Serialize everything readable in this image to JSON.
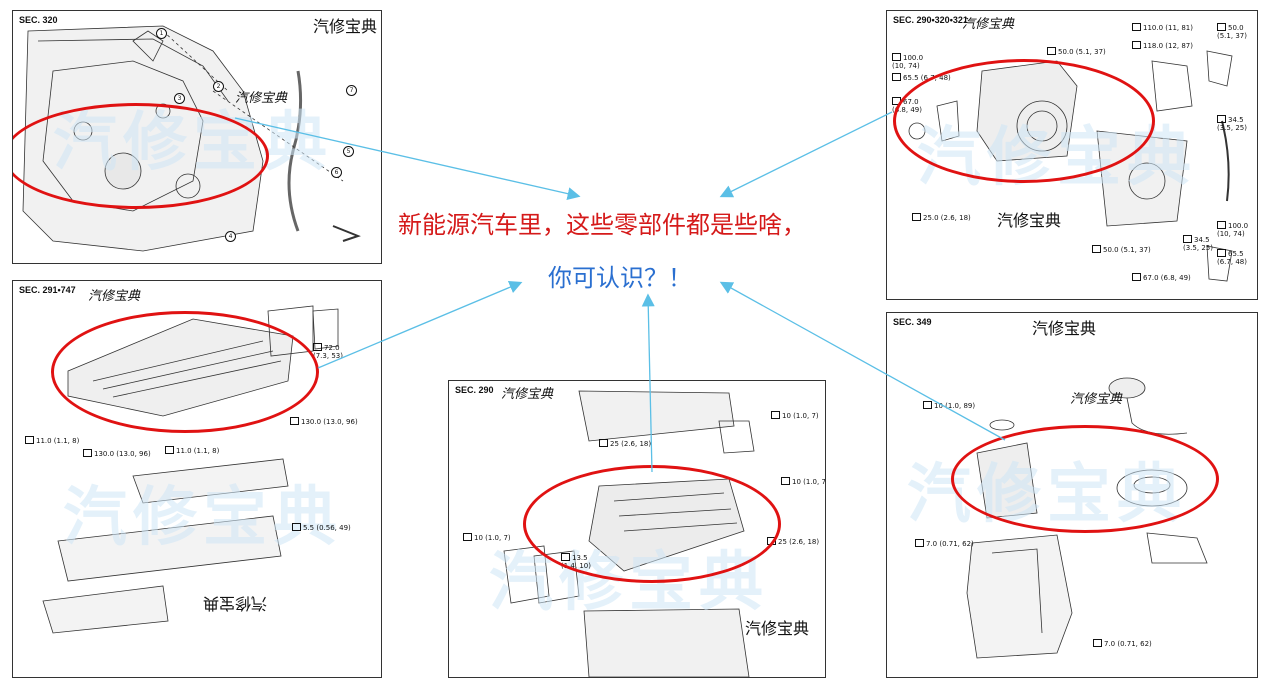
{
  "caption": {
    "line1": "新能源汽车里，这些零部件都是些啥，",
    "line2": "你可认识？！"
  },
  "brand": "汽修宝典",
  "watermark": "汽修宝典",
  "panels": {
    "top_left": {
      "sec": "SEC. 320",
      "brand": "汽修宝典",
      "brand_small": "汽修宝典"
    },
    "top_right": {
      "sec": "SEC. 290•320•321",
      "brand_small": "汽修宝典",
      "brand": "汽修宝典",
      "torques": [
        "110.0 (11, 81)",
        "118.0 (12, 87)",
        "50.0 (5.1, 37)",
        "50.0\n(5.1, 37)",
        "100.0\n(10, 74)",
        "65.5 (6.7, 48)",
        "67.0\n(6.8, 49)",
        "34.5\n(3.5, 25)",
        "25.0 (2.6, 18)",
        "100.0\n(10, 74)",
        "50.0 (5.1, 37)",
        "34.5\n(3.5, 25)",
        "65.5\n(6.7, 48)",
        "67.0 (6.8, 49)"
      ]
    },
    "mid_left": {
      "sec": "SEC. 291•747",
      "brand_small": "汽修宝典",
      "brand_flipped": "汽修宝典",
      "torques": [
        "72.0\n(7.3, 53)",
        "130.0 (13.0, 96)",
        "11.0 (1.1, 8)",
        "130.0 (13.0, 96)",
        "11.0 (1.1, 8)",
        "5.5 (0.56, 49)"
      ]
    },
    "bottom_mid": {
      "sec": "SEC. 290",
      "brand": "汽修宝典",
      "brand_small": "汽修宝典",
      "torques": [
        "25 (2.6, 18)",
        "10 (1.0, 7)",
        "10 (1.0, 7)",
        "25 (2.6, 18)",
        "10 (1.0, 7)",
        "13.5\n(1.4, 10)"
      ]
    },
    "bottom_right": {
      "sec": "SEC. 349",
      "brand": "汽修宝典",
      "brand_small": "汽修宝典",
      "torques": [
        "10 (1.0, 89)",
        "7.0 (0.71, 62)",
        "7.0 (0.71, 62)"
      ]
    }
  },
  "colors": {
    "ring": "#e01212",
    "arrow": "#5bbfe6",
    "caption_red": "#d51a1a",
    "caption_blue": "#2a6fd0"
  }
}
